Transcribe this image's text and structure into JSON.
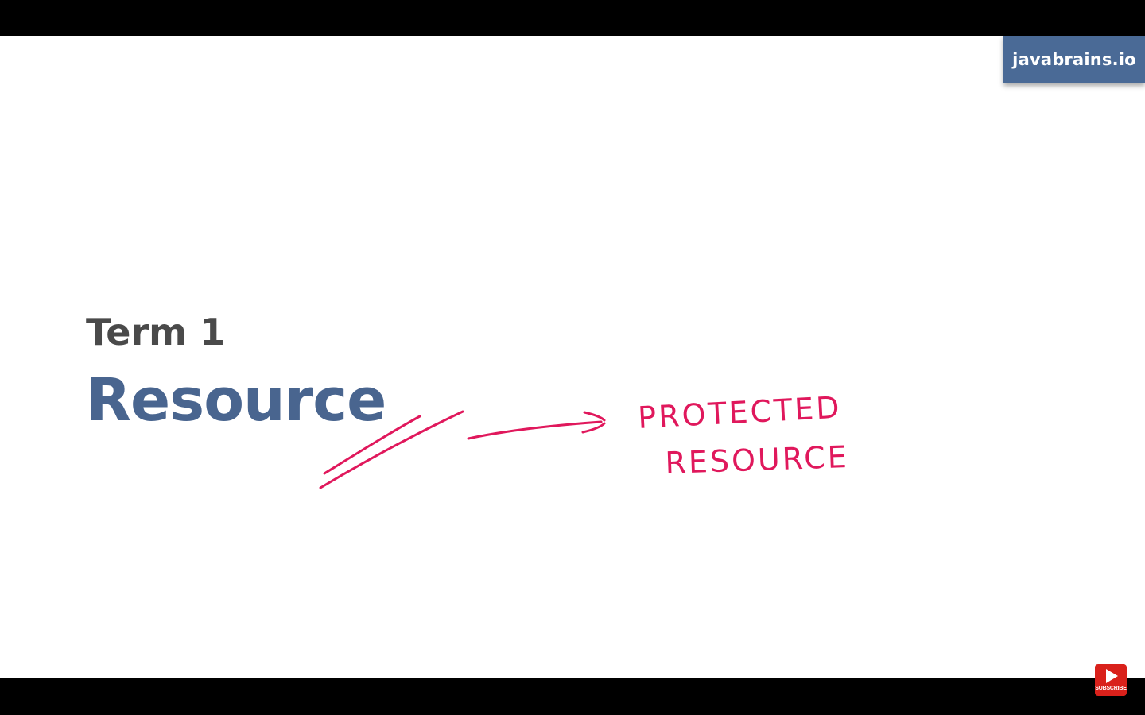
{
  "brand": {
    "label": "javabrains.io",
    "color": "#4a6a96"
  },
  "slide": {
    "term_label": "Term 1",
    "term_title": "Resource",
    "annotation": {
      "line1": "PROTECTED",
      "line2": "RESOURCE",
      "ink_color": "#e0185c"
    }
  },
  "overlay": {
    "subscribe_label": "SUBSCRIBE",
    "subscribe_color": "#d9211b"
  }
}
